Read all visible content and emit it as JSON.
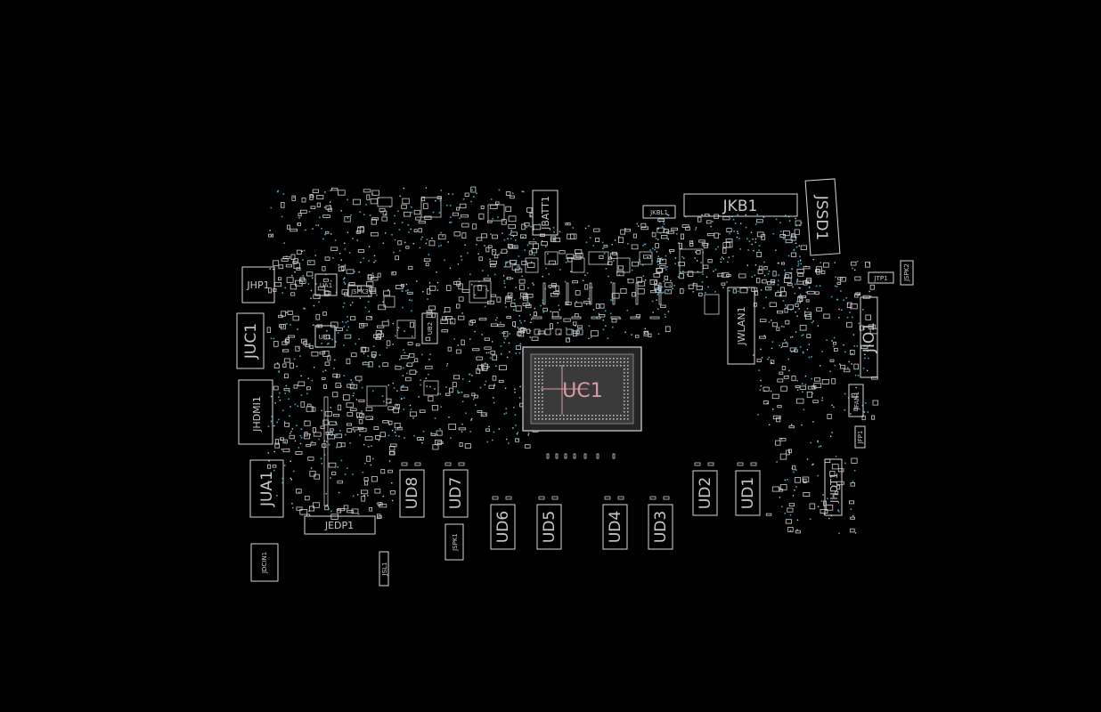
{
  "board": {
    "components": [
      {
        "id": "jkb1",
        "ref": "JKB1"
      },
      {
        "id": "jssd1",
        "ref": "JSSD1"
      },
      {
        "id": "jbatt1",
        "ref": "JBATT1"
      },
      {
        "id": "jkbl1",
        "ref": "JKBL1"
      },
      {
        "id": "jhp1",
        "ref": "JHP1"
      },
      {
        "id": "ua1",
        "ref": "UA1"
      },
      {
        "id": "jspk3",
        "ref": "JSPK3"
      },
      {
        "id": "juc1",
        "ref": "JUC1"
      },
      {
        "id": "ub1",
        "ref": "UB1"
      },
      {
        "id": "ub2",
        "ref": "UB2"
      },
      {
        "id": "jhdmi1",
        "ref": "JHDMI1"
      },
      {
        "id": "jua1",
        "ref": "JUA1"
      },
      {
        "id": "jedp1",
        "ref": "JEDP1"
      },
      {
        "id": "jdcin1",
        "ref": "JDCIN1"
      },
      {
        "id": "jsl1",
        "ref": "JSL1"
      },
      {
        "id": "jspk1",
        "ref": "JSPK1"
      },
      {
        "id": "jwlan1",
        "ref": "JWLAN1"
      },
      {
        "id": "jio1",
        "ref": "JIO1"
      },
      {
        "id": "jfan1",
        "ref": "JFAN1"
      },
      {
        "id": "jtp1",
        "ref": "JTP1"
      },
      {
        "id": "jspk2",
        "ref": "JSPK2"
      },
      {
        "id": "jhdt1",
        "ref": "JHDT1"
      },
      {
        "id": "jfp1",
        "ref": "JFP1"
      },
      {
        "id": "uc1",
        "ref": "UC1"
      },
      {
        "id": "ud8",
        "ref": "UD8"
      },
      {
        "id": "ud7",
        "ref": "UD7"
      },
      {
        "id": "ud6",
        "ref": "UD6"
      },
      {
        "id": "ud5",
        "ref": "UD5"
      },
      {
        "id": "ud4",
        "ref": "UD4"
      },
      {
        "id": "ud3",
        "ref": "UD3"
      },
      {
        "id": "ud2",
        "ref": "UD2"
      },
      {
        "id": "ud1",
        "ref": "UD1"
      }
    ]
  }
}
